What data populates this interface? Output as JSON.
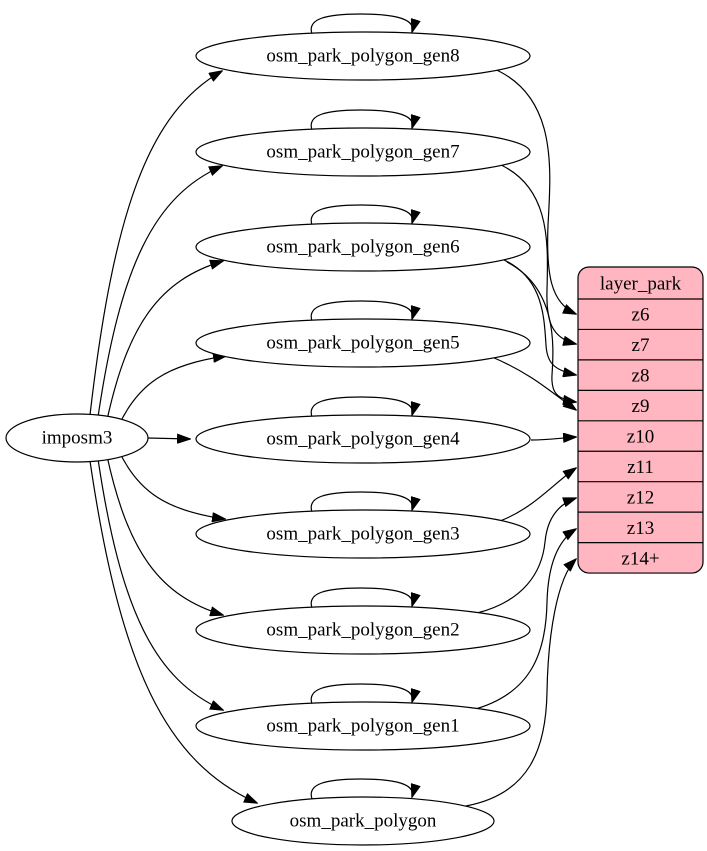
{
  "diagram": {
    "source_node": {
      "id": "imposm3",
      "label": "imposm3"
    },
    "table_nodes": [
      {
        "id": "osm_park_polygon_gen8",
        "label": "osm_park_polygon_gen8"
      },
      {
        "id": "osm_park_polygon_gen7",
        "label": "osm_park_polygon_gen7"
      },
      {
        "id": "osm_park_polygon_gen6",
        "label": "osm_park_polygon_gen6"
      },
      {
        "id": "osm_park_polygon_gen5",
        "label": "osm_park_polygon_gen5"
      },
      {
        "id": "osm_park_polygon_gen4",
        "label": "osm_park_polygon_gen4"
      },
      {
        "id": "osm_park_polygon_gen3",
        "label": "osm_park_polygon_gen3"
      },
      {
        "id": "osm_park_polygon_gen2",
        "label": "osm_park_polygon_gen2"
      },
      {
        "id": "osm_park_polygon_gen1",
        "label": "osm_park_polygon_gen1"
      },
      {
        "id": "osm_park_polygon",
        "label": "osm_park_polygon"
      }
    ],
    "layer_node": {
      "id": "layer_park",
      "title": "layer_park",
      "rows": [
        "z6",
        "z7",
        "z8",
        "z9",
        "z10",
        "z11",
        "z12",
        "z13",
        "z14+"
      ]
    },
    "edges": {
      "from_source": [
        "osm_park_polygon_gen8",
        "osm_park_polygon_gen7",
        "osm_park_polygon_gen6",
        "osm_park_polygon_gen5",
        "osm_park_polygon_gen4",
        "osm_park_polygon_gen3",
        "osm_park_polygon_gen2",
        "osm_park_polygon_gen1",
        "osm_park_polygon"
      ],
      "self_loops": [
        "osm_park_polygon_gen8",
        "osm_park_polygon_gen7",
        "osm_park_polygon_gen6",
        "osm_park_polygon_gen5",
        "osm_park_polygon_gen4",
        "osm_park_polygon_gen3",
        "osm_park_polygon_gen2",
        "osm_park_polygon_gen1",
        "osm_park_polygon"
      ],
      "to_layer": [
        {
          "from": "osm_park_polygon_gen8",
          "row": "z6"
        },
        {
          "from": "osm_park_polygon_gen7",
          "row": "z7"
        },
        {
          "from": "osm_park_polygon_gen6",
          "row": "z8"
        },
        {
          "from": "osm_park_polygon_gen6",
          "row": "z9"
        },
        {
          "from": "osm_park_polygon_gen5",
          "row": "z9"
        },
        {
          "from": "osm_park_polygon_gen4",
          "row": "z10"
        },
        {
          "from": "osm_park_polygon_gen3",
          "row": "z11"
        },
        {
          "from": "osm_park_polygon_gen2",
          "row": "z12"
        },
        {
          "from": "osm_park_polygon_gen1",
          "row": "z13"
        },
        {
          "from": "osm_park_polygon",
          "row": "z14+"
        }
      ]
    },
    "colors": {
      "layer_fill": "#ffb6c1",
      "node_fill": "#ffffff",
      "stroke": "#000000",
      "text": "#000000"
    }
  }
}
